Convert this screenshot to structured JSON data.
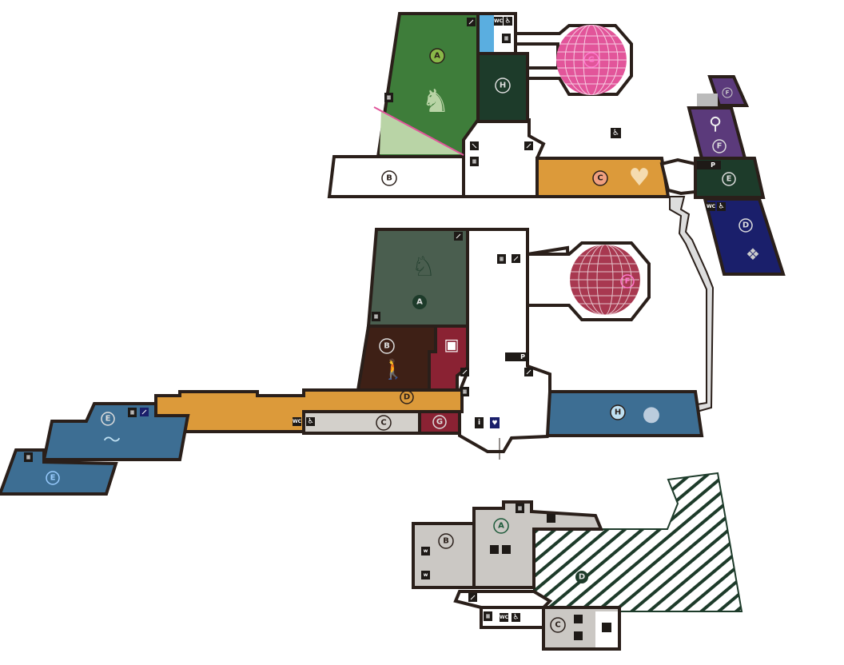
{
  "colors": {
    "wall": "#2a1f1a",
    "upper_A": "#3e7d3a",
    "upper_A_light": "#b9d4a6",
    "upper_H": "#1d3b2a",
    "upper_C": "#dc9a3a",
    "upper_G": "#e2559a",
    "upper_F": "#5b3a7b",
    "upper_E": "#1d3b2a",
    "upper_D": "#1a1f6b",
    "main_A": "#4a5e4f",
    "main_B": "#3e2016",
    "main_gift": "#8a2233",
    "main_D": "#dc9a3a",
    "main_C": "#d3d0cb",
    "main_G": "#8a2233",
    "main_H": "#3d6e93",
    "main_E": "#3d6e93",
    "main_F": "#a83850",
    "lower_gray": "#cbc8c4",
    "lower_D": "#1d3b2a"
  },
  "floors": {
    "upper": {
      "rooms": {
        "A": "A",
        "B": "B",
        "C": "C",
        "D": "D",
        "E": "E",
        "F": "F",
        "F2": "F",
        "G": "G",
        "H": "H"
      },
      "icons": {
        "wc": "WC",
        "pram": "P"
      }
    },
    "main": {
      "rooms": {
        "A": "A",
        "B": "B",
        "C": "C",
        "D": "D",
        "E": "E",
        "E2": "E",
        "F": "F",
        "G": "G",
        "H": "H"
      },
      "icons": {
        "wc": "WC",
        "pram": "P"
      }
    },
    "lower": {
      "rooms": {
        "A": "A",
        "B": "B",
        "C": "C",
        "D": "D"
      },
      "icons": {
        "wc": "WC"
      }
    }
  }
}
